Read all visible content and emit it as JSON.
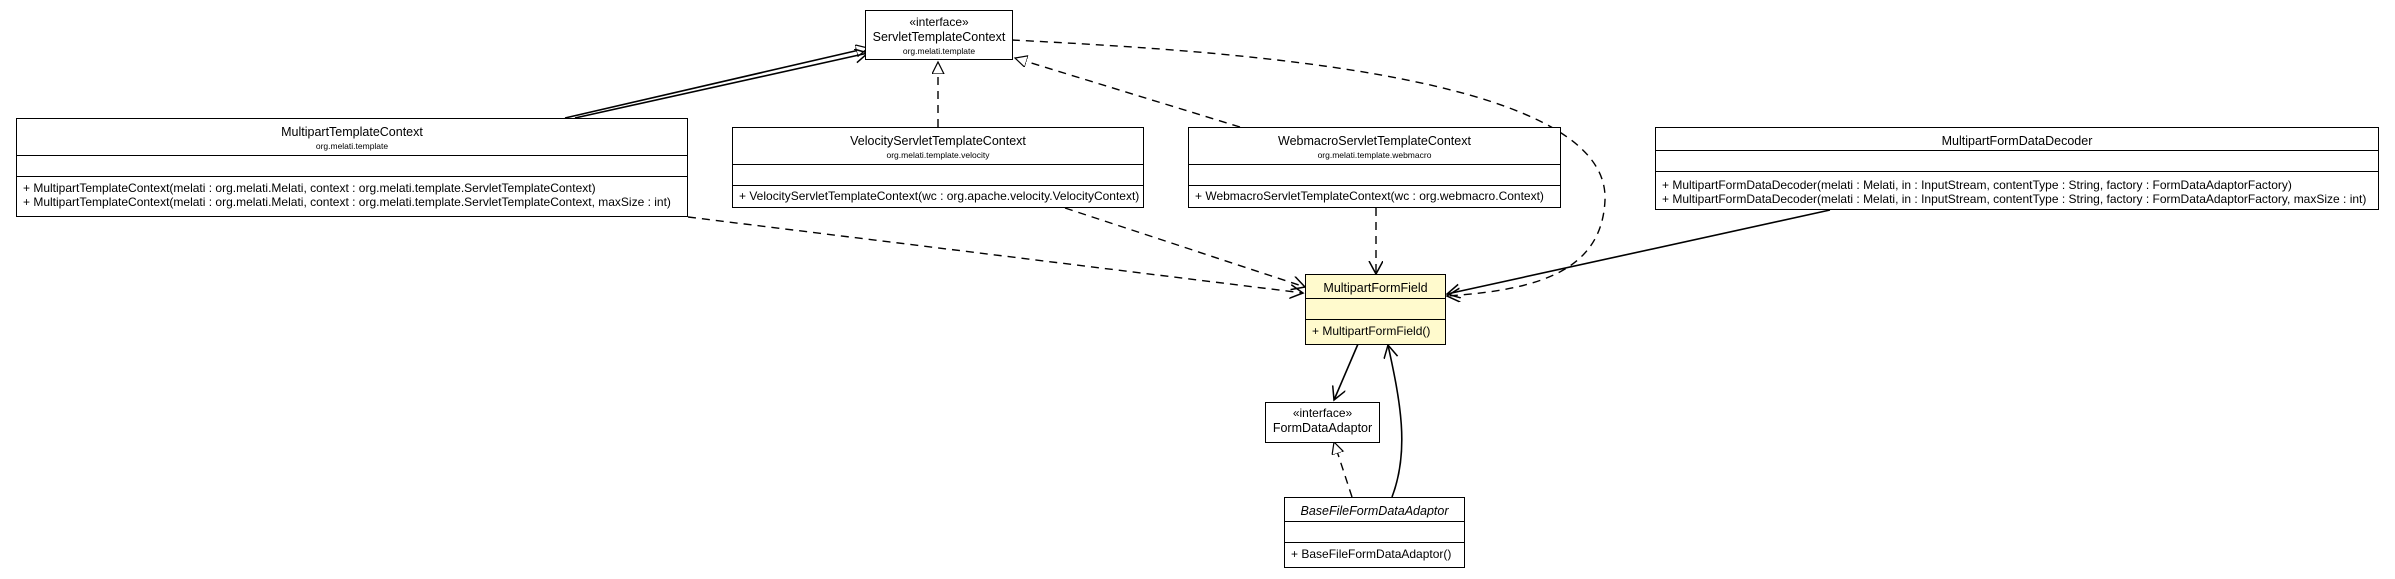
{
  "classes": {
    "servlet_template_context": {
      "stereotype": "«interface»",
      "name": "ServletTemplateContext",
      "package": "org.melati.template"
    },
    "multipart_template_context": {
      "name": "MultipartTemplateContext",
      "package": "org.melati.template",
      "operations": [
        "+ MultipartTemplateContext(melati : org.melati.Melati, context : org.melati.template.ServletTemplateContext)",
        "+ MultipartTemplateContext(melati : org.melati.Melati, context : org.melati.template.ServletTemplateContext, maxSize : int)"
      ]
    },
    "velocity_servlet_template_context": {
      "name": "VelocityServletTemplateContext",
      "package": "org.melati.template.velocity",
      "operations": [
        "+ VelocityServletTemplateContext(wc : org.apache.velocity.VelocityContext)"
      ]
    },
    "webmacro_servlet_template_context": {
      "name": "WebmacroServletTemplateContext",
      "package": "org.melati.template.webmacro",
      "operations": [
        "+ WebmacroServletTemplateContext(wc : org.webmacro.Context)"
      ]
    },
    "multipart_form_data_decoder": {
      "name": "MultipartFormDataDecoder",
      "operations": [
        "+ MultipartFormDataDecoder(melati : Melati, in : InputStream, contentType : String, factory : FormDataAdaptorFactory)",
        "+ MultipartFormDataDecoder(melati : Melati, in : InputStream, contentType : String, factory : FormDataAdaptorFactory, maxSize : int)"
      ]
    },
    "multipart_form_field": {
      "name": "MultipartFormField",
      "operations": [
        "+ MultipartFormField()"
      ]
    },
    "form_data_adaptor": {
      "stereotype": "«interface»",
      "name": "FormDataAdaptor"
    },
    "base_file_form_data_adaptor": {
      "name": "BaseFileFormDataAdaptor",
      "operations": [
        "+ BaseFileFormDataAdaptor()"
      ]
    }
  },
  "colors": {
    "focus_class_fill": "#fffacd",
    "line": "#000000",
    "background": "#ffffff"
  }
}
